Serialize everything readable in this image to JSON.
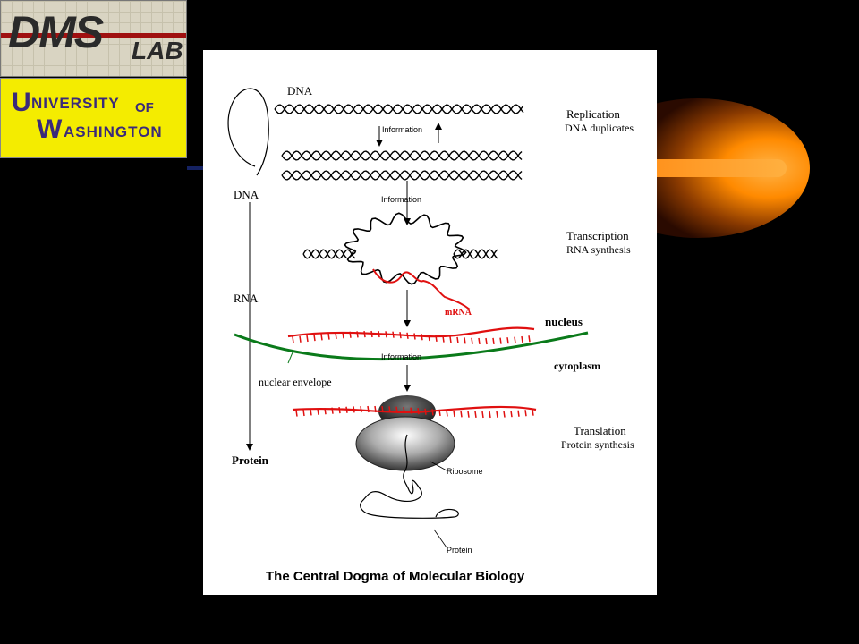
{
  "logos": {
    "dms": {
      "text": "DMS",
      "lab": "LAB"
    },
    "uw": {
      "u": "U",
      "niversity": "NIVERSITY",
      "of": "OF",
      "w": "W",
      "ashington": "ASHINGTON"
    }
  },
  "diagram": {
    "labels": {
      "dna_top": "DNA",
      "information_1": "Information",
      "replication_title": "Replication",
      "replication_sub": "DNA duplicates",
      "dna_left": "DNA",
      "information_2": "Information",
      "transcription_title": "Transcription",
      "transcription_sub": "RNA synthesis",
      "rna_left": "RNA",
      "mrna": "mRNA",
      "nucleus": "nucleus",
      "information_3": "Information",
      "cytoplasm": "cytoplasm",
      "nuclear_envelope": "nuclear envelope",
      "translation_title": "Translation",
      "translation_sub": "Protein synthesis",
      "ribosome": "Ribosome",
      "protein_left": "Protein",
      "protein_chain": "Protein"
    },
    "caption": "The Central Dogma of Molecular Biology"
  },
  "colors": {
    "background": "#000000",
    "paper": "#ffffff",
    "mrna": "#e01010",
    "envelope": "#0a7a1a",
    "uw_yellow": "#f4ec00",
    "uw_purple": "#3a2a7a",
    "flare": "#ff8a00"
  }
}
